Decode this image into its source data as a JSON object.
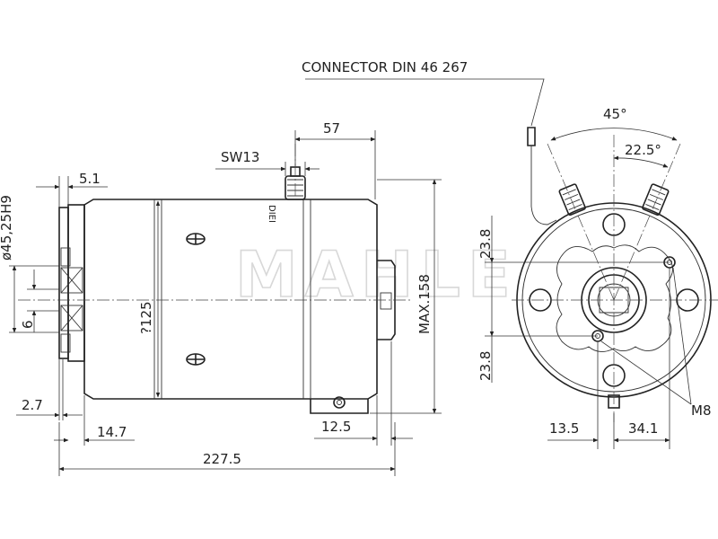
{
  "connector_label": "CONNECTOR DIN 46 267",
  "watermark": "MAHLE",
  "terminal_mark": "DIEI",
  "angles": {
    "outer": "45°",
    "inner": "22.5°"
  },
  "thread_label": "M8",
  "dimensions": {
    "d57": "57",
    "sw13": "SW13",
    "d5_1": "5.1",
    "d45h9": "ø45,25H9",
    "d6": "6",
    "d125": "?125",
    "max158": "MAX.158",
    "d2_7": "2.7",
    "d14_7": "14.7",
    "d12_5": "12.5",
    "d227_5": "227.5",
    "d23_8_top": "23.8",
    "d23_8_bot": "23.8",
    "d13_5": "13.5",
    "d34_1": "34.1"
  }
}
